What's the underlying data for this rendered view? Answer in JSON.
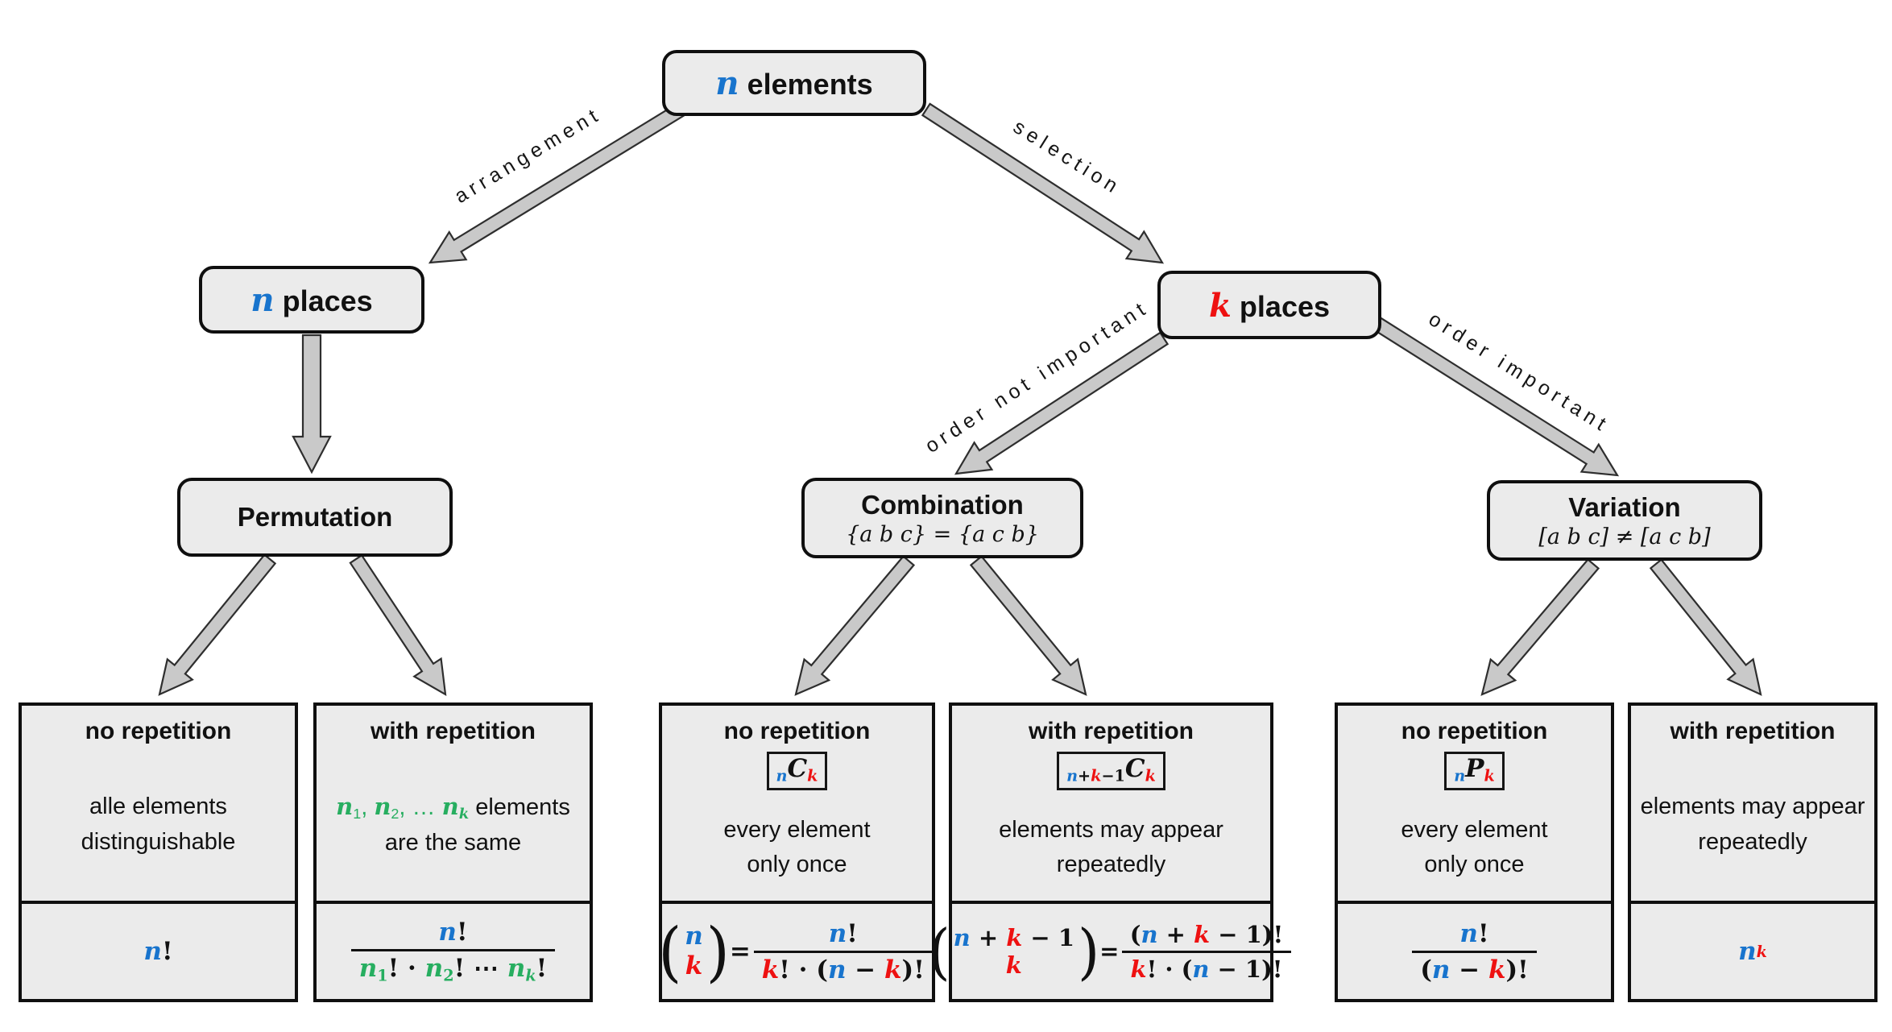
{
  "colors": {
    "blue": "#1874cd",
    "red": "#ee1111",
    "green": "#27ae60",
    "box_fill": "#ebebeb",
    "arrow_fill": "#c9c9c9"
  },
  "root": {
    "parts": [
      {
        "t": "n",
        "c": "blue",
        "i": 1
      },
      " elements"
    ]
  },
  "edges": {
    "arrangement": "arrangement",
    "selection": "selection",
    "order_not_important": "order not important",
    "order_important": "order important"
  },
  "level2": {
    "n_places": {
      "parts": [
        {
          "t": "n",
          "c": "blue",
          "i": 1
        },
        " places"
      ]
    },
    "k_places": {
      "parts": [
        {
          "t": "k",
          "c": "red",
          "i": 1
        },
        " places"
      ]
    }
  },
  "level3": {
    "permutation": {
      "title": "Permutation"
    },
    "combination": {
      "title": "Combination",
      "subtitle": "{a b c} = {a c b}"
    },
    "variation": {
      "title": "Variation",
      "subtitle": "[a b c] ≠ [a c b]"
    }
  },
  "leaves": [
    {
      "header": "no repetition",
      "desc": [
        [
          "alle elements"
        ],
        [
          "distinguishable"
        ]
      ],
      "formula": [
        {
          "t": "n",
          "c": "blue",
          "i": 1
        },
        "!"
      ]
    },
    {
      "header": "with repetition",
      "desc": [
        [
          {
            "t": "n",
            "c": "green",
            "i": 1
          },
          {
            "t": "1",
            "c": "green",
            "pos": "sub"
          },
          {
            "t": ", ",
            "c": "green"
          },
          {
            "t": "n",
            "c": "green",
            "i": 1
          },
          {
            "t": "2",
            "c": "green",
            "pos": "sub"
          },
          {
            "t": ", … ",
            "c": "green"
          },
          {
            "t": "n",
            "c": "green",
            "i": 1
          },
          {
            "t": "k",
            "c": "green",
            "i": 1,
            "pos": "sub"
          },
          " elements"
        ],
        [
          "are the same"
        ]
      ],
      "formula": [
        {
          "frac": {
            "num": [
              {
                "t": "n",
                "c": "blue",
                "i": 1
              },
              "!"
            ],
            "den": [
              {
                "t": "n",
                "c": "green",
                "i": 1
              },
              {
                "t": "1",
                "c": "green",
                "pos": "sub"
              },
              "! · ",
              {
                "t": "n",
                "c": "green",
                "i": 1
              },
              {
                "t": "2",
                "c": "green",
                "pos": "sub"
              },
              "! ⋯ ",
              {
                "t": "n",
                "c": "green",
                "i": 1
              },
              {
                "t": "k",
                "c": "green",
                "i": 1,
                "pos": "sub"
              },
              "!"
            ]
          }
        }
      ]
    },
    {
      "header": "no repetition",
      "badge": [
        {
          "t": "n",
          "c": "blue",
          "i": 1,
          "pos": "sub"
        },
        {
          "t": "C",
          "i": 1
        },
        {
          "t": "k",
          "c": "red",
          "i": 1,
          "pos": "sub"
        }
      ],
      "desc": [
        [
          "every element"
        ],
        [
          "only once"
        ]
      ],
      "formula": [
        {
          "binom": {
            "top": [
              {
                "t": "n",
                "c": "blue",
                "i": 1
              }
            ],
            "bot": [
              {
                "t": "k",
                "c": "red",
                "i": 1
              }
            ]
          }
        },
        " = ",
        {
          "frac": {
            "num": [
              {
                "t": "n",
                "c": "blue",
                "i": 1
              },
              "!"
            ],
            "den": [
              {
                "t": "k",
                "c": "red",
                "i": 1
              },
              "! · (",
              {
                "t": "n",
                "c": "blue",
                "i": 1
              },
              " − ",
              {
                "t": "k",
                "c": "red",
                "i": 1
              },
              ")!"
            ]
          }
        }
      ]
    },
    {
      "header": "with repetition",
      "badge": [
        {
          "t": "n",
          "c": "blue",
          "i": 1,
          "pos": "sub"
        },
        {
          "t": "+",
          "pos": "sub"
        },
        {
          "t": "k",
          "c": "red",
          "i": 1,
          "pos": "sub"
        },
        {
          "t": "−1",
          "pos": "sub"
        },
        {
          "t": "C",
          "i": 1
        },
        {
          "t": "k",
          "c": "red",
          "i": 1,
          "pos": "sub"
        }
      ],
      "desc": [
        [
          "elements may appear"
        ],
        [
          "repeatedly"
        ]
      ],
      "formula": [
        {
          "binom": {
            "top": [
              {
                "t": "n",
                "c": "blue",
                "i": 1
              },
              " + ",
              {
                "t": "k",
                "c": "red",
                "i": 1
              },
              " − 1"
            ],
            "bot": [
              {
                "t": "k",
                "c": "red",
                "i": 1
              }
            ]
          }
        },
        " = ",
        {
          "frac": {
            "num": [
              "(",
              {
                "t": "n",
                "c": "blue",
                "i": 1
              },
              " + ",
              {
                "t": "k",
                "c": "red",
                "i": 1
              },
              " − 1)!"
            ],
            "den": [
              {
                "t": "k",
                "c": "red",
                "i": 1
              },
              "! · (",
              {
                "t": "n",
                "c": "blue",
                "i": 1
              },
              " − 1)!"
            ]
          }
        }
      ]
    },
    {
      "header": "no repetition",
      "badge": [
        {
          "t": "n",
          "c": "blue",
          "i": 1,
          "pos": "sub"
        },
        {
          "t": "P",
          "i": 1
        },
        {
          "t": "k",
          "c": "red",
          "i": 1,
          "pos": "sub"
        }
      ],
      "desc": [
        [
          "every element"
        ],
        [
          "only once"
        ]
      ],
      "formula": [
        {
          "frac": {
            "num": [
              {
                "t": "n",
                "c": "blue",
                "i": 1
              },
              "!"
            ],
            "den": [
              "(",
              {
                "t": "n",
                "c": "blue",
                "i": 1
              },
              " − ",
              {
                "t": "k",
                "c": "red",
                "i": 1
              },
              ")!"
            ]
          }
        }
      ]
    },
    {
      "header": "with repetition",
      "desc": [
        [
          "elements may appear"
        ],
        [
          "repeatedly"
        ]
      ],
      "formula": [
        {
          "t": "n",
          "c": "blue",
          "i": 1
        },
        {
          "t": "k",
          "c": "red",
          "i": 1,
          "pos": "sup"
        }
      ]
    }
  ]
}
